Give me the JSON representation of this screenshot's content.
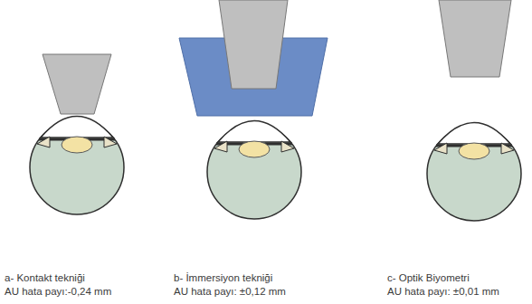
{
  "diagram": {
    "labels": [
      "a- Kontakt tekniği",
      "AU hata payı:-0,24 mm",
      "b- İmmersiyon tekniği",
      "AU hata payı: ±0,12 mm",
      "c- Optik Biyometri",
      "AU hata payı: ±0,01 mm"
    ]
  }
}
